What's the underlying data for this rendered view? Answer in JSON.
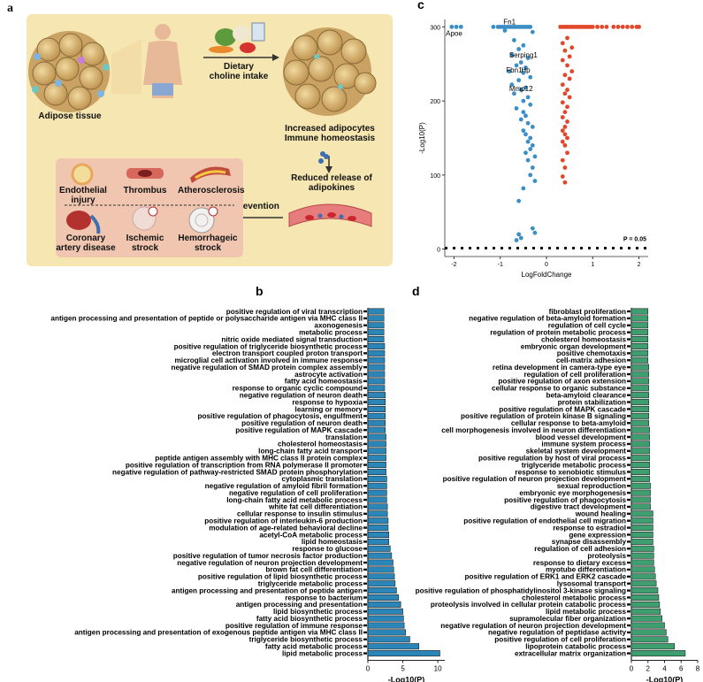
{
  "panel_a": {
    "letter": "a",
    "adipose_label": "Adipose tissue",
    "diet_label": "Dietary\ncholine intake",
    "increased_label": "Increased adipocytes\nImmune homeostasis",
    "reduced_label": "Reduced release of\nadipokines",
    "prevention_label": "Prevention",
    "diseases": [
      {
        "label": "Endothelial\ninjury"
      },
      {
        "label": "Thrombus"
      },
      {
        "label": "Atherosclerosis"
      },
      {
        "label": "Coronary\nartery disease"
      },
      {
        "label": "Ischemic\nstrock"
      },
      {
        "label": "Hemorrhageic\nstrock"
      }
    ]
  },
  "colors": {
    "blue": "#3b8fc6",
    "red": "#e2472b",
    "bar_blue": "#2a86b8",
    "bar_green": "#3e9e6f",
    "panel_bg": "#f6e7b2",
    "disease_bg": "#f1c6b0"
  },
  "chart_data": [
    {
      "letter": "c",
      "type": "scatter",
      "xlabel": "LogFoldChange",
      "ylabel": "-Log10(P)",
      "xlim": [
        -2.2,
        2.2
      ],
      "ylim": [
        -10,
        310
      ],
      "xticks": [
        -2,
        -1,
        0,
        1,
        2
      ],
      "yticks": [
        0,
        100,
        200,
        300
      ],
      "threshold_label": "P = 0.05",
      "threshold_y": 1.3,
      "annotations": [
        {
          "text": "Fn1",
          "x": -0.8,
          "y": 300
        },
        {
          "text": "Apoe",
          "x": -2.0,
          "y": 300
        },
        {
          "text": "Serping1",
          "x": -0.5,
          "y": 255
        },
        {
          "text": "Fbn1",
          "x": -0.7,
          "y": 235
        },
        {
          "text": "Hp",
          "x": -0.45,
          "y": 235
        },
        {
          "text": "Mmp12",
          "x": -0.55,
          "y": 210
        }
      ],
      "series": [
        {
          "color": "blue",
          "points": [
            [
              -2.05,
              300
            ],
            [
              -1.95,
              300
            ],
            [
              -1.85,
              300
            ],
            [
              -1.15,
              300
            ],
            [
              -1.05,
              300
            ],
            [
              -1.0,
              300
            ],
            [
              -0.95,
              300
            ],
            [
              -0.9,
              300
            ],
            [
              -0.85,
              300
            ],
            [
              -0.8,
              300
            ],
            [
              -0.75,
              300
            ],
            [
              -0.7,
              300
            ],
            [
              -0.65,
              300
            ],
            [
              -0.6,
              300
            ],
            [
              -0.55,
              300
            ],
            [
              -0.5,
              300
            ],
            [
              -0.45,
              300
            ],
            [
              -0.4,
              300
            ],
            [
              -0.35,
              300
            ],
            [
              -0.9,
              295
            ],
            [
              -0.3,
              293
            ],
            [
              -0.7,
              282
            ],
            [
              -0.5,
              275
            ],
            [
              -0.6,
              270
            ],
            [
              -0.75,
              262
            ],
            [
              -0.4,
              258
            ],
            [
              -0.55,
              252
            ],
            [
              -0.65,
              248
            ],
            [
              -0.45,
              245
            ],
            [
              -0.8,
              240
            ],
            [
              -0.5,
              238
            ],
            [
              -0.35,
              232
            ],
            [
              -0.6,
              228
            ],
            [
              -0.75,
              222
            ],
            [
              -0.45,
              218
            ],
            [
              -0.55,
              215
            ],
            [
              -0.7,
              210
            ],
            [
              -0.4,
              205
            ],
            [
              -0.5,
              200
            ],
            [
              -0.35,
              195
            ],
            [
              -0.65,
              190
            ],
            [
              -0.5,
              185
            ],
            [
              -0.45,
              180
            ],
            [
              -0.55,
              175
            ],
            [
              -0.4,
              170
            ],
            [
              -0.3,
              165
            ],
            [
              -0.5,
              160
            ],
            [
              -0.45,
              155
            ],
            [
              -0.35,
              150
            ],
            [
              -0.4,
              145
            ],
            [
              -0.3,
              140
            ],
            [
              -0.35,
              135
            ],
            [
              -0.45,
              130
            ],
            [
              -0.25,
              125
            ],
            [
              -0.4,
              120
            ],
            [
              -0.3,
              110
            ],
            [
              -0.35,
              100
            ],
            [
              -0.25,
              92
            ],
            [
              -0.5,
              82
            ],
            [
              -0.6,
              65
            ],
            [
              -0.3,
              28
            ],
            [
              -0.25,
              22
            ],
            [
              -0.6,
              20
            ],
            [
              -0.55,
              15
            ],
            [
              -0.65,
              12
            ]
          ]
        },
        {
          "color": "red",
          "points": [
            [
              0.3,
              300
            ],
            [
              0.35,
              300
            ],
            [
              0.4,
              300
            ],
            [
              0.45,
              300
            ],
            [
              0.5,
              300
            ],
            [
              0.55,
              300
            ],
            [
              0.6,
              300
            ],
            [
              0.65,
              300
            ],
            [
              0.7,
              300
            ],
            [
              0.75,
              300
            ],
            [
              0.8,
              300
            ],
            [
              0.85,
              300
            ],
            [
              0.9,
              300
            ],
            [
              0.95,
              300
            ],
            [
              1.0,
              300
            ],
            [
              1.1,
              300
            ],
            [
              1.2,
              300
            ],
            [
              1.3,
              300
            ],
            [
              1.45,
              300
            ],
            [
              1.55,
              300
            ],
            [
              1.65,
              300
            ],
            [
              1.75,
              300
            ],
            [
              1.85,
              300
            ],
            [
              1.95,
              300
            ],
            [
              2.0,
              300
            ],
            [
              0.45,
              285
            ],
            [
              0.35,
              278
            ],
            [
              0.55,
              272
            ],
            [
              0.4,
              268
            ],
            [
              0.5,
              260
            ],
            [
              0.35,
              255
            ],
            [
              0.45,
              248
            ],
            [
              0.55,
              240
            ],
            [
              0.4,
              235
            ],
            [
              0.5,
              230
            ],
            [
              0.35,
              222
            ],
            [
              0.45,
              215
            ],
            [
              0.4,
              210
            ],
            [
              0.5,
              205
            ],
            [
              0.35,
              198
            ],
            [
              0.45,
              192
            ],
            [
              0.4,
              185
            ],
            [
              0.35,
              178
            ],
            [
              0.45,
              172
            ],
            [
              0.4,
              165
            ],
            [
              0.35,
              160
            ],
            [
              0.4,
              155
            ],
            [
              0.45,
              150
            ],
            [
              0.35,
              145
            ],
            [
              0.4,
              140
            ],
            [
              0.45,
              130
            ],
            [
              0.35,
              120
            ],
            [
              0.4,
              110
            ],
            [
              0.35,
              98
            ],
            [
              0.4,
              90
            ]
          ]
        }
      ]
    },
    {
      "letter": "b",
      "type": "bar",
      "orientation": "horizontal",
      "xlabel": "-Log10(P)",
      "xlim": [
        0,
        11
      ],
      "xticks": [
        0,
        5,
        10
      ],
      "color": "bar_blue",
      "categories": [
        "positive regulation of viral transcription",
        "antigen processing and presentation of peptide or polysaccharide antigen via MHC class II",
        "axonogenesis",
        "metabolic process",
        "nitric oxide mediated signal transduction",
        "positive regulation of triglyceride biosynthetic process",
        "electron transport coupled proton transport",
        "microglial cell activation involved in immune response",
        "negative regulation of SMAD protein complex assembly",
        "astrocyte activation",
        "fatty acid homeostasis",
        "response to organic cyclic compound",
        "negative regulation of neuron death",
        "response to hypoxia",
        "learning or memory",
        "positive regulation of phagocytosis, engulfment",
        "positive regulation of neuron death",
        "positive regulation of MAPK cascade",
        "translation",
        "cholesterol homeostasis",
        "long-chain fatty acid transport",
        "peptide antigen assembly with MHC class II protein complex",
        "positive regulation of transcription from RNA polymerase II promoter",
        "negative regulation of pathway-restricted SMAD protein phosphorylation",
        "cytoplasmic translation",
        "negative regulation of amyloid fibril formation",
        "negative regulation of cell proliferation",
        "long-chain fatty acid metabolic process",
        "white fat cell differentiation",
        "cellular response to insulin stimulus",
        "positive regulation of interleukin-6 production",
        "modulation of age-related behavioral decline",
        "acetyl-CoA metabolic process",
        "lipid homeostasis",
        "response to glucose",
        "positive regulation of tumor necrosis factor production",
        "negative regulation of neuron projection development",
        "brown fat cell differentiation",
        "positive regulation of lipid biosynthetic process",
        "triglyceride metabolic process",
        "antigen processing and presentation of peptide antigen",
        "response to bacterium",
        "antigen processing and presentation",
        "lipid biosynthetic process",
        "fatty acid biosynthetic process",
        "positive regulation of immune response",
        "antigen processing and presentation of exogenous peptide antigen via MHC class II",
        "triglyceride biosynthetic process",
        "fatty acid metabolic process",
        "lipid metabolic process"
      ],
      "values": [
        2.3,
        2.3,
        2.3,
        2.3,
        2.3,
        2.4,
        2.4,
        2.4,
        2.4,
        2.4,
        2.4,
        2.4,
        2.5,
        2.5,
        2.5,
        2.5,
        2.5,
        2.5,
        2.6,
        2.6,
        2.6,
        2.6,
        2.6,
        2.6,
        2.7,
        2.7,
        2.7,
        2.7,
        2.8,
        2.8,
        2.9,
        2.9,
        3.0,
        3.0,
        3.2,
        3.4,
        3.6,
        3.7,
        3.8,
        3.9,
        4.1,
        4.4,
        4.7,
        5.0,
        5.1,
        5.2,
        5.4,
        6.0,
        7.3,
        10.3
      ]
    },
    {
      "letter": "d",
      "type": "bar",
      "orientation": "horizontal",
      "xlabel": "-Log10(P)",
      "xlim": [
        0,
        8
      ],
      "xticks": [
        0,
        2,
        4,
        6,
        8
      ],
      "color": "bar_green",
      "categories": [
        "fibroblast proliferation",
        "negative regulation of beta-amyloid formation",
        "regulation of cell cycle",
        "regulation of protein metabolic process",
        "cholesterol homeostasis",
        "embryonic organ development",
        "positive chemotaxis",
        "cell-matrix adhesion",
        "retina development in camera-type eye",
        "regulation of cell proliferation",
        "positive regulation of axon extension",
        "cellular response to organic substance",
        "beta-amyloid clearance",
        "protein stabilization",
        "positive regulation of MAPK cascade",
        "positive regulation of protein kinase B signaling",
        "cellular response to beta-amyloid",
        "cell morphogenesis involved in neuron differentiation",
        "blood vessel development",
        "immune system process",
        "skeletal system development",
        "positive regulation by host of viral process",
        "triglyceride metabolic process",
        "response to xenobiotic stimulus",
        "positive regulation of neuron projection development",
        "sexual reproduction",
        "embryonic eye morphogenesis",
        "positive regulation of phagocytosis",
        "digestive tract development",
        "wound healing",
        "positive regulation of endothelial cell migration",
        "response to estradiol",
        "gene expression",
        "synapse disassembly",
        "regulation of cell adhesion",
        "proteolysis",
        "response to dietary excess",
        "myotube differentiation",
        "positive regulation of ERK1 and ERK2 cascade",
        "lysosomal transport",
        "positive regulation of phosphatidylinositol 3-kinase signaling",
        "cholesterol metabolic process",
        "proteolysis involved in cellular protein catabolic process",
        "lipid metabolic process",
        "supramolecular fiber organization",
        "negative regulation of neuron projection development",
        "negative regulation of peptidase activity",
        "positive regulation of cell proliferation",
        "lipoprotein catabolic process",
        "extracellular matrix organization"
      ],
      "values": [
        2.0,
        2.0,
        2.0,
        2.0,
        2.0,
        2.0,
        2.0,
        2.0,
        2.1,
        2.1,
        2.1,
        2.1,
        2.1,
        2.1,
        2.1,
        2.1,
        2.1,
        2.2,
        2.2,
        2.2,
        2.2,
        2.2,
        2.2,
        2.2,
        2.2,
        2.3,
        2.3,
        2.3,
        2.3,
        2.6,
        2.6,
        2.6,
        2.6,
        2.6,
        2.7,
        2.7,
        2.7,
        2.8,
        2.9,
        3.0,
        3.2,
        3.3,
        3.4,
        3.5,
        3.7,
        4.0,
        4.2,
        4.4,
        5.2,
        6.5
      ]
    }
  ]
}
